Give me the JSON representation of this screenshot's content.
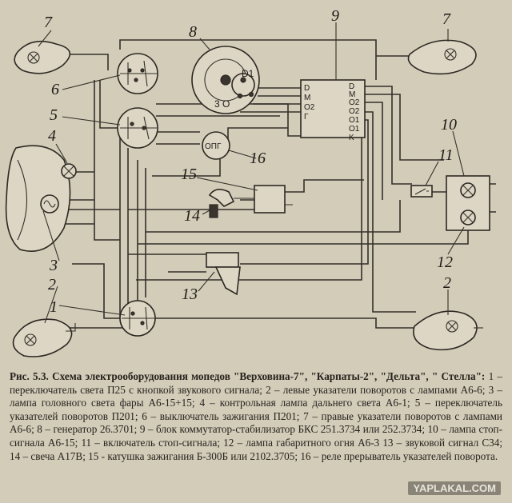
{
  "labels": {
    "n1": "1",
    "n2l": "2",
    "n2r": "2",
    "n3": "3",
    "n4": "4",
    "n5": "5",
    "n6": "6",
    "n7l": "7",
    "n7r": "7",
    "n8": "8",
    "n9": "9",
    "n10": "10",
    "n11": "11",
    "n12": "12",
    "n13": "13",
    "n14": "14",
    "n15": "15",
    "n16": "16"
  },
  "block9_left_pins": [
    "D",
    "M",
    "O2",
    "Г"
  ],
  "block9_right_pins": [
    "D",
    "M",
    "O2",
    "O2",
    "O1",
    "O1",
    "K"
  ],
  "generator_pins": {
    "d1": "D1",
    "o": "O",
    "three": "3"
  },
  "relay_label": "ОПГ",
  "caption": {
    "lead": "Рис. 5.3. Схема электрооборудования мопедов \"Верховина-7\", \"Карпаты-2\", \"Дельта\", \" Стелла\":",
    "body": " 1 – переключатель света П25 с кнопкой звукового сигнала; 2 – левые указатели поворотов с лампами А6-6; 3 – лампа головного света фары А6-15+15; 4 – контрольная лампа дальнего света А6-1; 5 – переключатель указателей поворотов П201; 6 – выключатель зажигания П201; 7 – правые указатели поворотов с лампами А6-6; 8 – генератор 26.3701; 9 – блок коммутатор-стабилизатор БКС 251.3734 или 252.3734; 10 – лампа стоп-сигнала А6-15; 11 – включатель стоп-сигнала; 12 – лампа габаритного огня А6-3 13 – звуковой сигнал С34; 14 – свеча А17В; 15 - катушка зажигания Б-300Б или 2102.3705; 16 – реле прерыватель указателей поворота."
  },
  "watermark": "YAPLAKAL.COM"
}
